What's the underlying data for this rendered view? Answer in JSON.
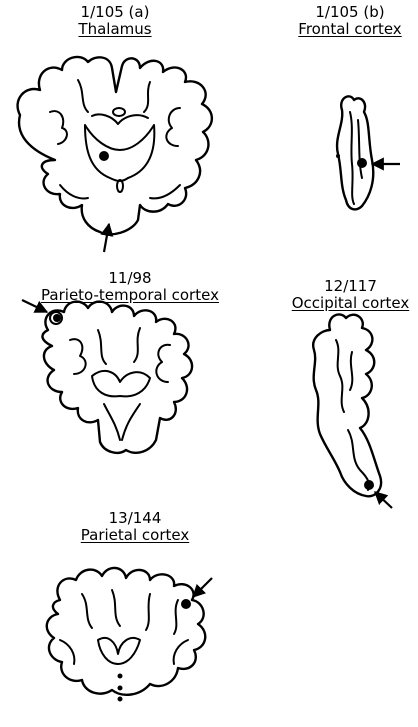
{
  "panels": [
    {
      "id": "thalamus",
      "case": "1/105 (a)",
      "region": "Thalamus"
    },
    {
      "id": "frontal",
      "case": "1/105 (b)",
      "region": "Frontal cortex"
    },
    {
      "id": "parieto-temporal",
      "case": "11/98",
      "region": "Parieto-temporal cortex"
    },
    {
      "id": "occipital",
      "case": "12/117",
      "region": "Occipital cortex"
    },
    {
      "id": "parietal",
      "case": "13/144",
      "region": "Parietal cortex"
    }
  ]
}
